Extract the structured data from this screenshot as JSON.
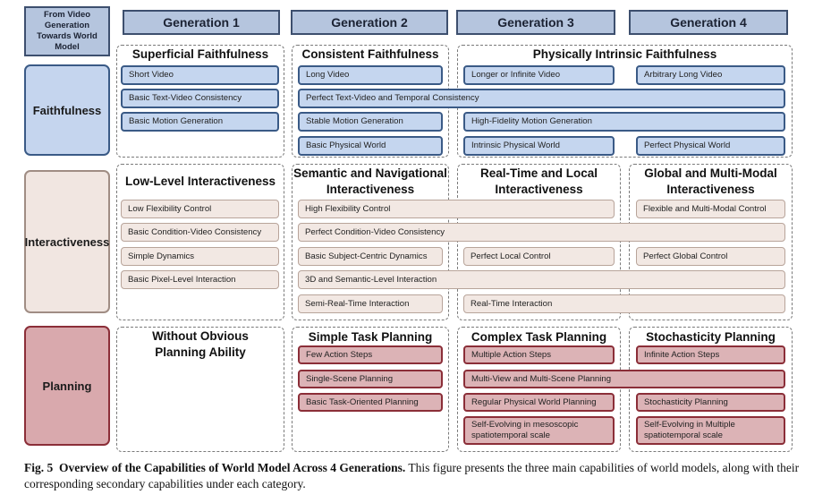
{
  "corner_label": "From Video Generation Towards World Model",
  "generations": [
    "Generation 1",
    "Generation 2",
    "Generation 3",
    "Generation 4"
  ],
  "rows": {
    "faithfulness": {
      "label": "Faithfulness",
      "panels": [
        "Superficial Faithfulness",
        "Consistent Faithfulness",
        "Physically Intrinsic Faithfulness"
      ],
      "items": [
        "Short Video",
        "Long Video",
        "Longer or Infinite Video",
        "Arbitrary Long Video",
        "Basic Text-Video Consistency",
        "Perfect Text-Video and Temporal Consistency",
        "Basic Motion Generation",
        "Stable Motion Generation",
        "High-Fidelity Motion Generation",
        "Basic Physical World",
        "Intrinsic Physical World",
        "Perfect Physical World"
      ]
    },
    "interactiveness": {
      "label": "Interactiveness",
      "panels": [
        "Low-Level Interactiveness",
        "Semantic and Navigational Interactiveness",
        "Real-Time and Local Interactiveness",
        "Global and Multi-Modal Interactiveness"
      ],
      "items": [
        "Low Flexibility Control",
        "High Flexibility Control",
        "Flexible and Multi-Modal Control",
        "Basic Condition-Video Consistency",
        "Perfect Condition-Video Consistency",
        "Simple Dynamics",
        "Basic Subject-Centric Dynamics",
        "Perfect Local Control",
        "Perfect Global Control",
        "Basic Pixel-Level Interaction",
        "3D and Semantic-Level Interaction",
        "Semi-Real-Time Interaction",
        "Real-Time Interaction"
      ]
    },
    "planning": {
      "label": "Planning",
      "panels": [
        "Without Obvious Planning Ability",
        "Simple Task Planning",
        "Complex Task Planning",
        "Stochasticity Planning"
      ],
      "items": [
        "Few Action Steps",
        "Multiple Action Steps",
        "Infinite Action Steps",
        "Single-Scene Planning",
        "Multi-View and Multi-Scene Planning",
        "Basic Task-Oriented Planning",
        "Regular Physical World Planning",
        "Stochasticity Planning",
        "Self-Evolving in mesoscopic spatiotemporal scale",
        "Self-Evolving in Multiple spatiotemporal scale"
      ]
    }
  },
  "caption": {
    "label": "Fig. 5",
    "title": "Overview of the Capabilities of World Model Across 4 Generations.",
    "text": "This figure presents the three main capabilities of world models, along with their corresponding secondary capabilities under each category."
  }
}
